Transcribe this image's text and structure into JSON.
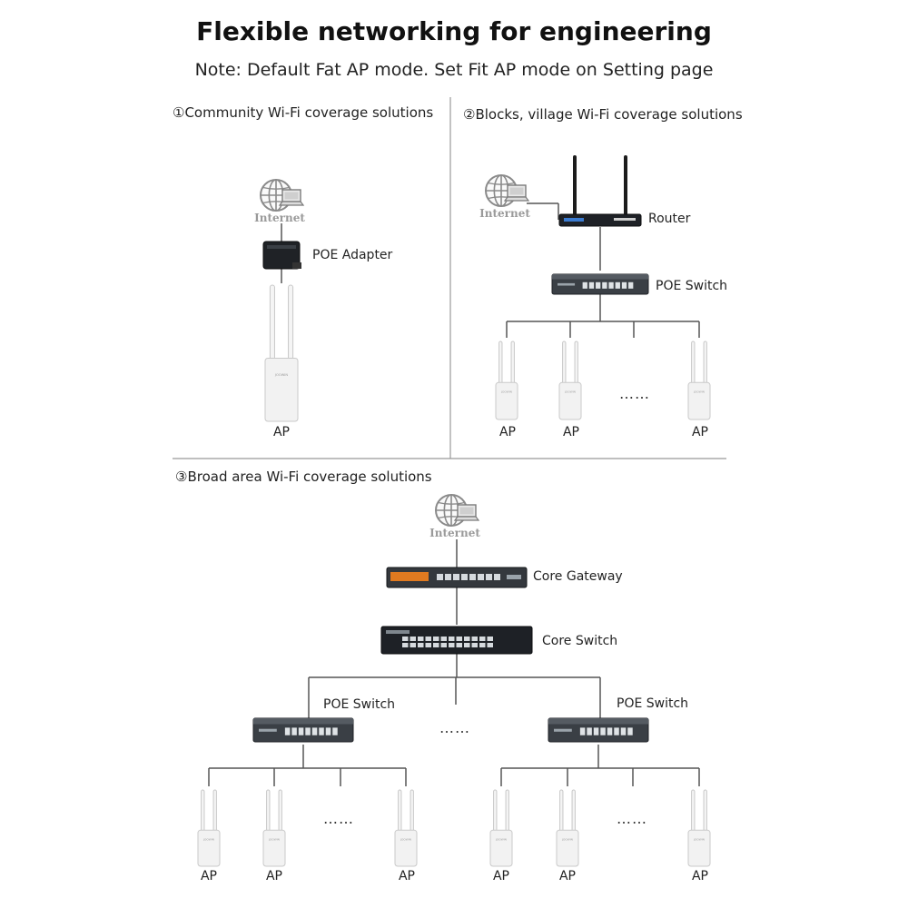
{
  "header": {
    "title": "Flexible networking for engineering",
    "subtitle": "Note: Default Fat AP mode. Set Fit AP mode on Setting page"
  },
  "section1": {
    "title": "①Community Wi-Fi coverage solutions",
    "internet": "Internet",
    "poe_adapter": "POE Adapter",
    "ap": "AP"
  },
  "section2": {
    "title": "②Blocks, village Wi-Fi coverage solutions",
    "internet": "Internet",
    "router": "Router",
    "poe_switch": "POE Switch",
    "ap": "AP",
    "dots": "……"
  },
  "section3": {
    "title": "③Broad area Wi-Fi coverage solutions",
    "internet": "Internet",
    "core_gateway": "Core Gateway",
    "core_switch": "Core Switch",
    "poe_switch": "POE Switch",
    "ap": "AP",
    "dots": "……"
  },
  "device_brand": "JOOWIN",
  "colors": {
    "line": "#555555",
    "divider": "#999999",
    "device_dark": "#2a2e33",
    "ap_body": "#f2f2f2",
    "gateway_accent": "#e07a20"
  }
}
